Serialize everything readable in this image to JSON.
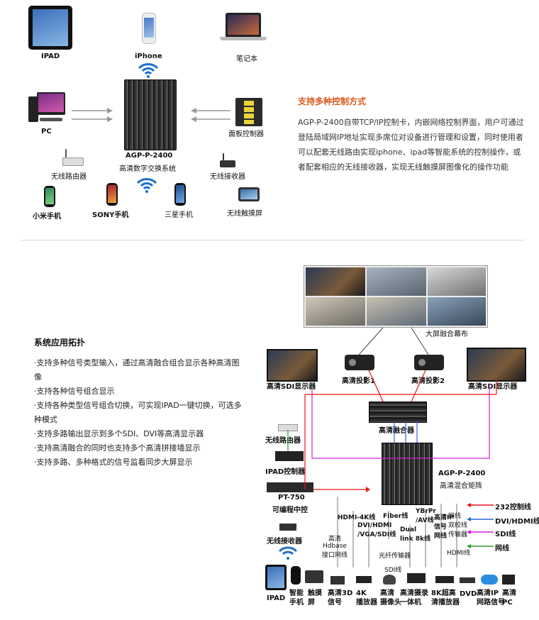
{
  "top": {
    "devices": {
      "ipad": "IPAD",
      "iphone": "iPhone",
      "laptop": "笔记本",
      "pc": "PC",
      "panel": "面板控制器",
      "matrix_name": "AGP-P-2400",
      "matrix_desc": "高清数字交换系统",
      "router": "无线路由器",
      "receiver": "无线接收器",
      "xiaomi": "小米手机",
      "sony": "SONY手机",
      "samsung": "三星手机",
      "touch": "无线触摸屏"
    },
    "feature": {
      "title": "支持多种控制方式",
      "body": "AGP-P-2400自带TCP/IP控制卡，内嵌网络控制界面，用户可通过登陆局域网IP地址实现多席位对设备进行管理和设置，同时使用者可以配套无线路由实现iphone、ipad等智能系统的控制操作，或者配套相应的无线接收器，实现无线触摸屏图像化的操作功能"
    }
  },
  "bottom": {
    "title": "系统应用拓扑",
    "features": [
      "·支持多种信号类型输入，通过高清融合组合显示各种高清图像",
      "·支持各种信号组合显示",
      "·支持各种类型信号组合切换，可实现IPAD一键切换，可选多种模式",
      "·支持多路输出显示到多个SDI、DVI等高清显示器",
      "·支持高清融合的同时也支持多个高清拼接墙显示",
      "·支持多路、多种格式的信号监看同步大屏显示"
    ],
    "diagram": {
      "wall": "大屏融合幕布",
      "sdi_left": "高清SDI显示器",
      "sdi_right": "高清SDI显示器",
      "proj1": "高清投影1",
      "proj2": "高清投影2",
      "fusion": "高清融合器",
      "router": "无线路由器",
      "ipad_ctrl": "IPAD控制器",
      "pt750": "PT-750",
      "pt750_desc": "可编程中控",
      "receiver": "无线接收器",
      "matrix_name": "AGP-P-2400",
      "matrix_desc": "高清混合矩阵",
      "legend": {
        "l232": "232控制线",
        "dvi": "DVI/HDMI线",
        "sdi": "SDI线",
        "net": "网线"
      },
      "signals": {
        "hdmi4k": "HDMI-4K线",
        "dvihdmi": "DVI/HDMI\n/VGA/SDI线",
        "fiber": "Fiber线",
        "ybrpr": "YBrPr\n/AV线",
        "dual": "Dual\nlink 8k线",
        "hdip": "高清IP\n信号\n网线",
        "hdbase": "高清\nHdbase\n接口网线",
        "twisted": "网线\n双绞线\n传输器",
        "hdmiline": "HDMI线",
        "fiber_tx": "光纤传输器",
        "sdiline": "SDI线"
      },
      "sources": {
        "ipad": "IPAD",
        "phone": "智能\n手机",
        "touch": "触摸\n屏",
        "hd3d": "高清3D\n信号",
        "player4k": "4K\n播放器",
        "camera": "高清\n摄像头",
        "recorder": "高清摄录\n一体机",
        "player8k": "8K超高\n清播放器",
        "dvd": "DVD",
        "ipnet": "高清IP\n网路信号",
        "pc": "高清\nPC"
      }
    }
  }
}
